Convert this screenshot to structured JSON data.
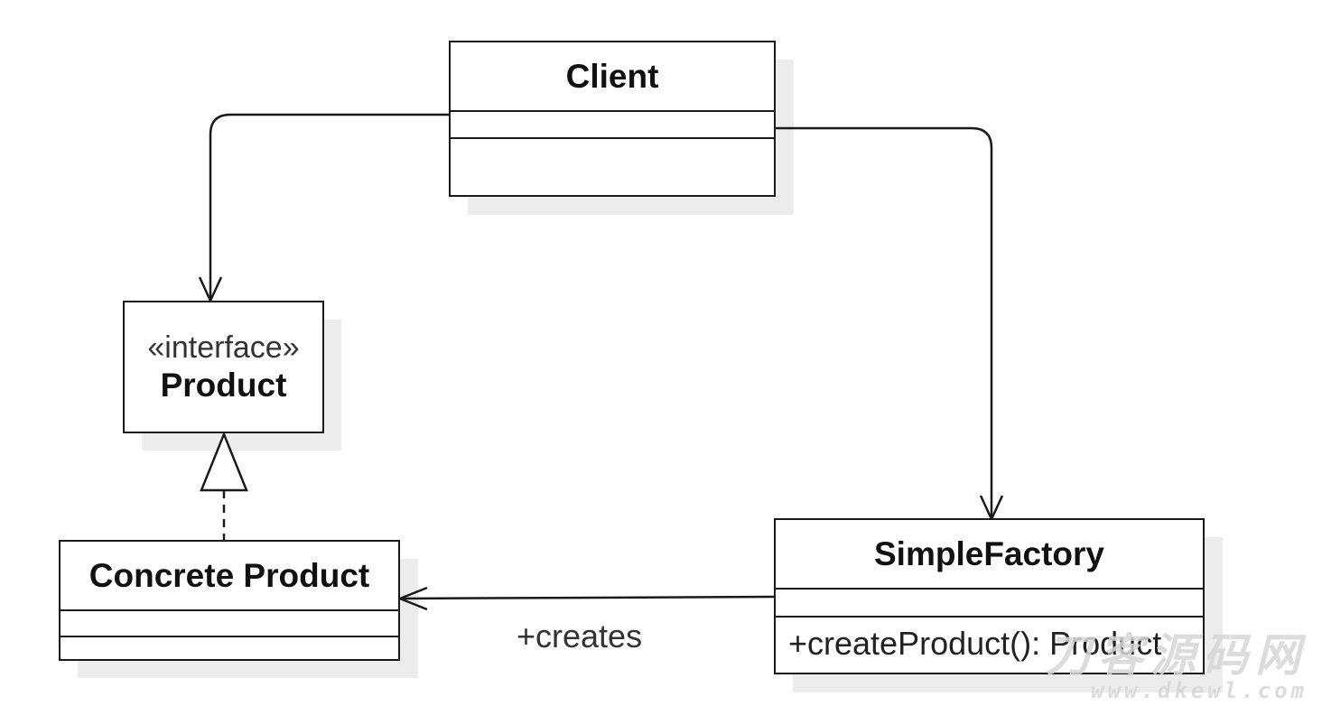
{
  "diagram": {
    "client": {
      "name": "Client"
    },
    "product": {
      "stereotype": "«interface»",
      "name": "Product"
    },
    "concrete_product": {
      "name": "Concrete Product"
    },
    "simple_factory": {
      "name": "SimpleFactory",
      "method": "+createProduct(): Product"
    },
    "edges": {
      "creates_label": "+creates"
    }
  },
  "watermark": {
    "main": "刀客源码网",
    "url": "www.dkewl.com"
  },
  "colors": {
    "stroke": "#1a1a1a",
    "shadow": "#ececec",
    "background": "#ffffff",
    "watermark": "#d6d6d6"
  }
}
